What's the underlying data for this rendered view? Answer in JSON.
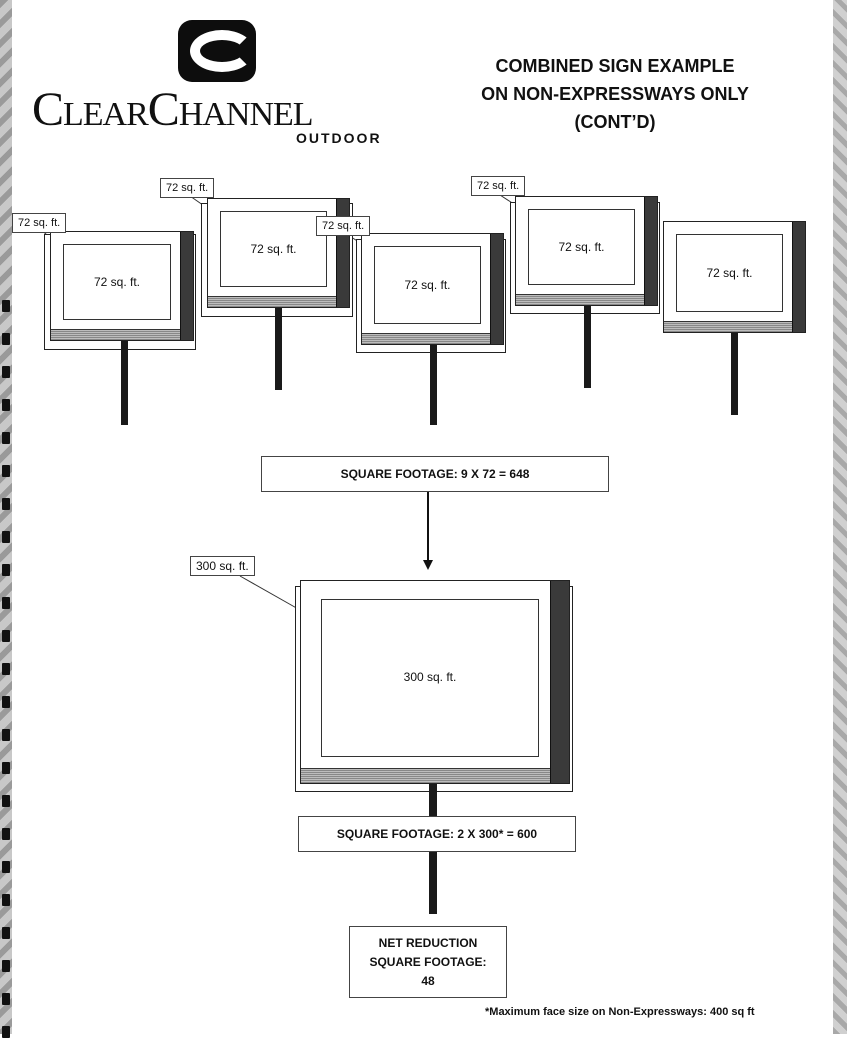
{
  "brand": {
    "name_big_c": "C",
    "name_part1": "LEAR",
    "name_big_c2": "C",
    "name_part2": "HANNEL",
    "sub": "OUTDOOR"
  },
  "title": {
    "line1": "COMBINED SIGN EXAMPLE",
    "line2": "ON NON-EXPRESSWAYS ONLY",
    "line3": "(CONT’D)"
  },
  "small_signs": [
    {
      "callout": "72 sq. ft.",
      "face": "72 sq. ft."
    },
    {
      "callout": "72 sq. ft.",
      "face": "72 sq. ft."
    },
    {
      "callout": "72 sq. ft.",
      "face": "72 sq. ft."
    },
    {
      "callout": "72 sq. ft.",
      "face": "72 sq. ft."
    },
    {
      "face": "72 sq. ft."
    }
  ],
  "total_box_1": "SQUARE FOOTAGE:  9 X 72 = 648",
  "big_sign": {
    "callout": "300 sq. ft.",
    "face": "300 sq. ft."
  },
  "total_box_2": "SQUARE FOOTAGE:  2 X 300* = 600",
  "net_box": {
    "line1": "NET REDUCTION",
    "line2": "SQUARE FOOTAGE:",
    "line3": "48"
  },
  "footnote": "*Maximum face size on Non-Expressways:  400 sq ft"
}
